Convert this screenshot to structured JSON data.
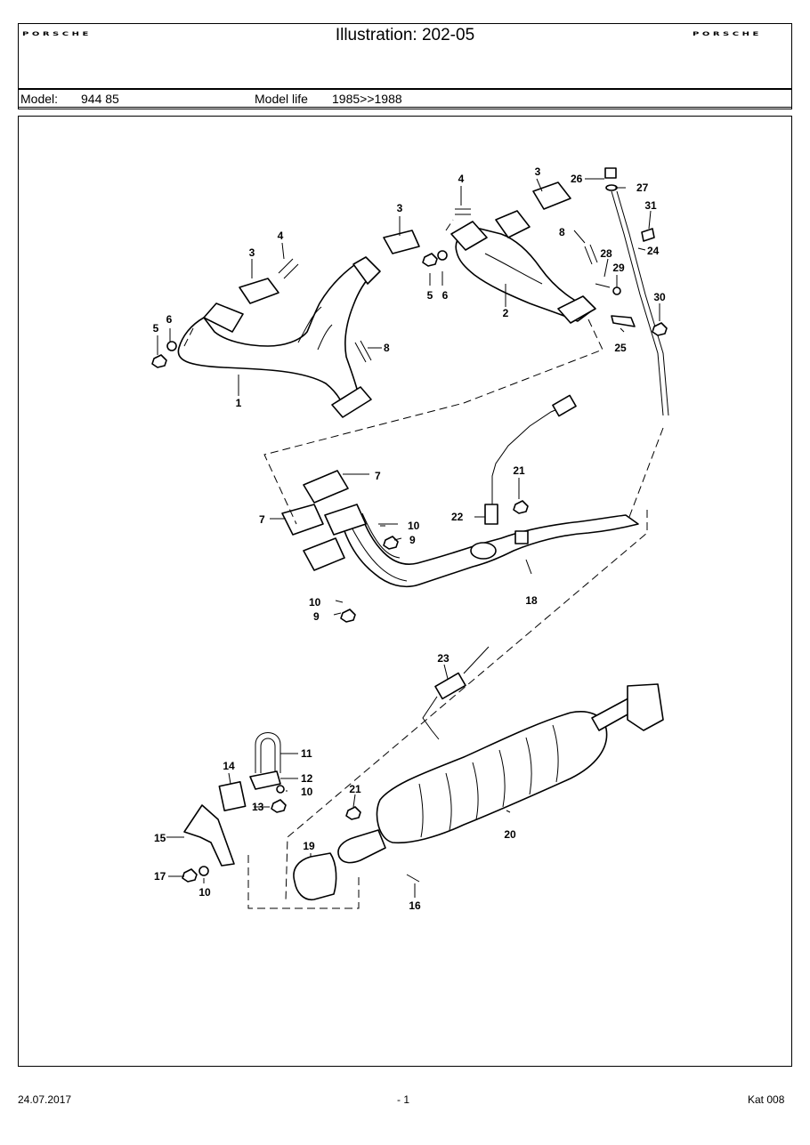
{
  "header": {
    "brand_left": "PORSCHE",
    "brand_right": "PORSCHE",
    "title": "Illustration: 202-05",
    "model_label": "Model:",
    "model_value": "944 85",
    "model_life_label": "Model life",
    "model_life_value": "1985>>1988"
  },
  "diagram": {
    "callouts": [
      "1",
      "2",
      "3",
      "3",
      "3",
      "4",
      "4",
      "5",
      "5",
      "6",
      "6",
      "7",
      "7",
      "8",
      "8",
      "9",
      "9",
      "10",
      "10",
      "10",
      "10",
      "11",
      "12",
      "13",
      "14",
      "15",
      "16",
      "17",
      "18",
      "19",
      "20",
      "21",
      "21",
      "22",
      "23",
      "24",
      "25",
      "26",
      "27",
      "28",
      "29",
      "30",
      "31"
    ]
  },
  "footer": {
    "date": "24.07.2017",
    "page": "- 1",
    "catalog": "Kat 008"
  }
}
